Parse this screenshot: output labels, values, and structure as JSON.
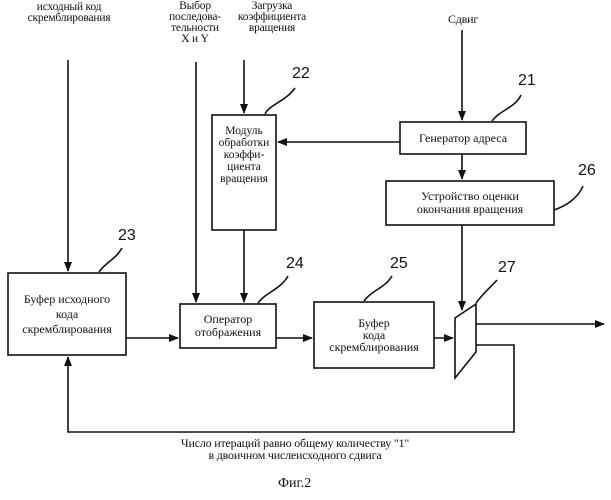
{
  "inputs": {
    "source_code": "исходный код\nскремблирования",
    "sequence_select": "Выбор\nпоследова-\nтельности\nX и Y",
    "coeff_load": "Загрузка\nкоэффициента\nвращения",
    "shift": "Сдвиг"
  },
  "blocks": {
    "address_generator": "Генератор адреса",
    "coeff_module": "Модуль\nобработки\nкоэффи-\nциента\nвращения",
    "rotation_end": "Устройство оценки\nокончания вращения",
    "source_buffer": "Буфер исходного\nкода\nскремблирования",
    "mapping_operator": "Оператор\nотображения",
    "code_buffer": "Буфер\nкода\nскремблирования"
  },
  "refs": {
    "r21": "21",
    "r22": "22",
    "r23": "23",
    "r24": "24",
    "r25": "25",
    "r26": "26",
    "r27": "27"
  },
  "feedback_note": "Число итераций равно общему количеству \"1\"\nв двоичном числеисходного сдвига",
  "caption": "Фиг.2"
}
